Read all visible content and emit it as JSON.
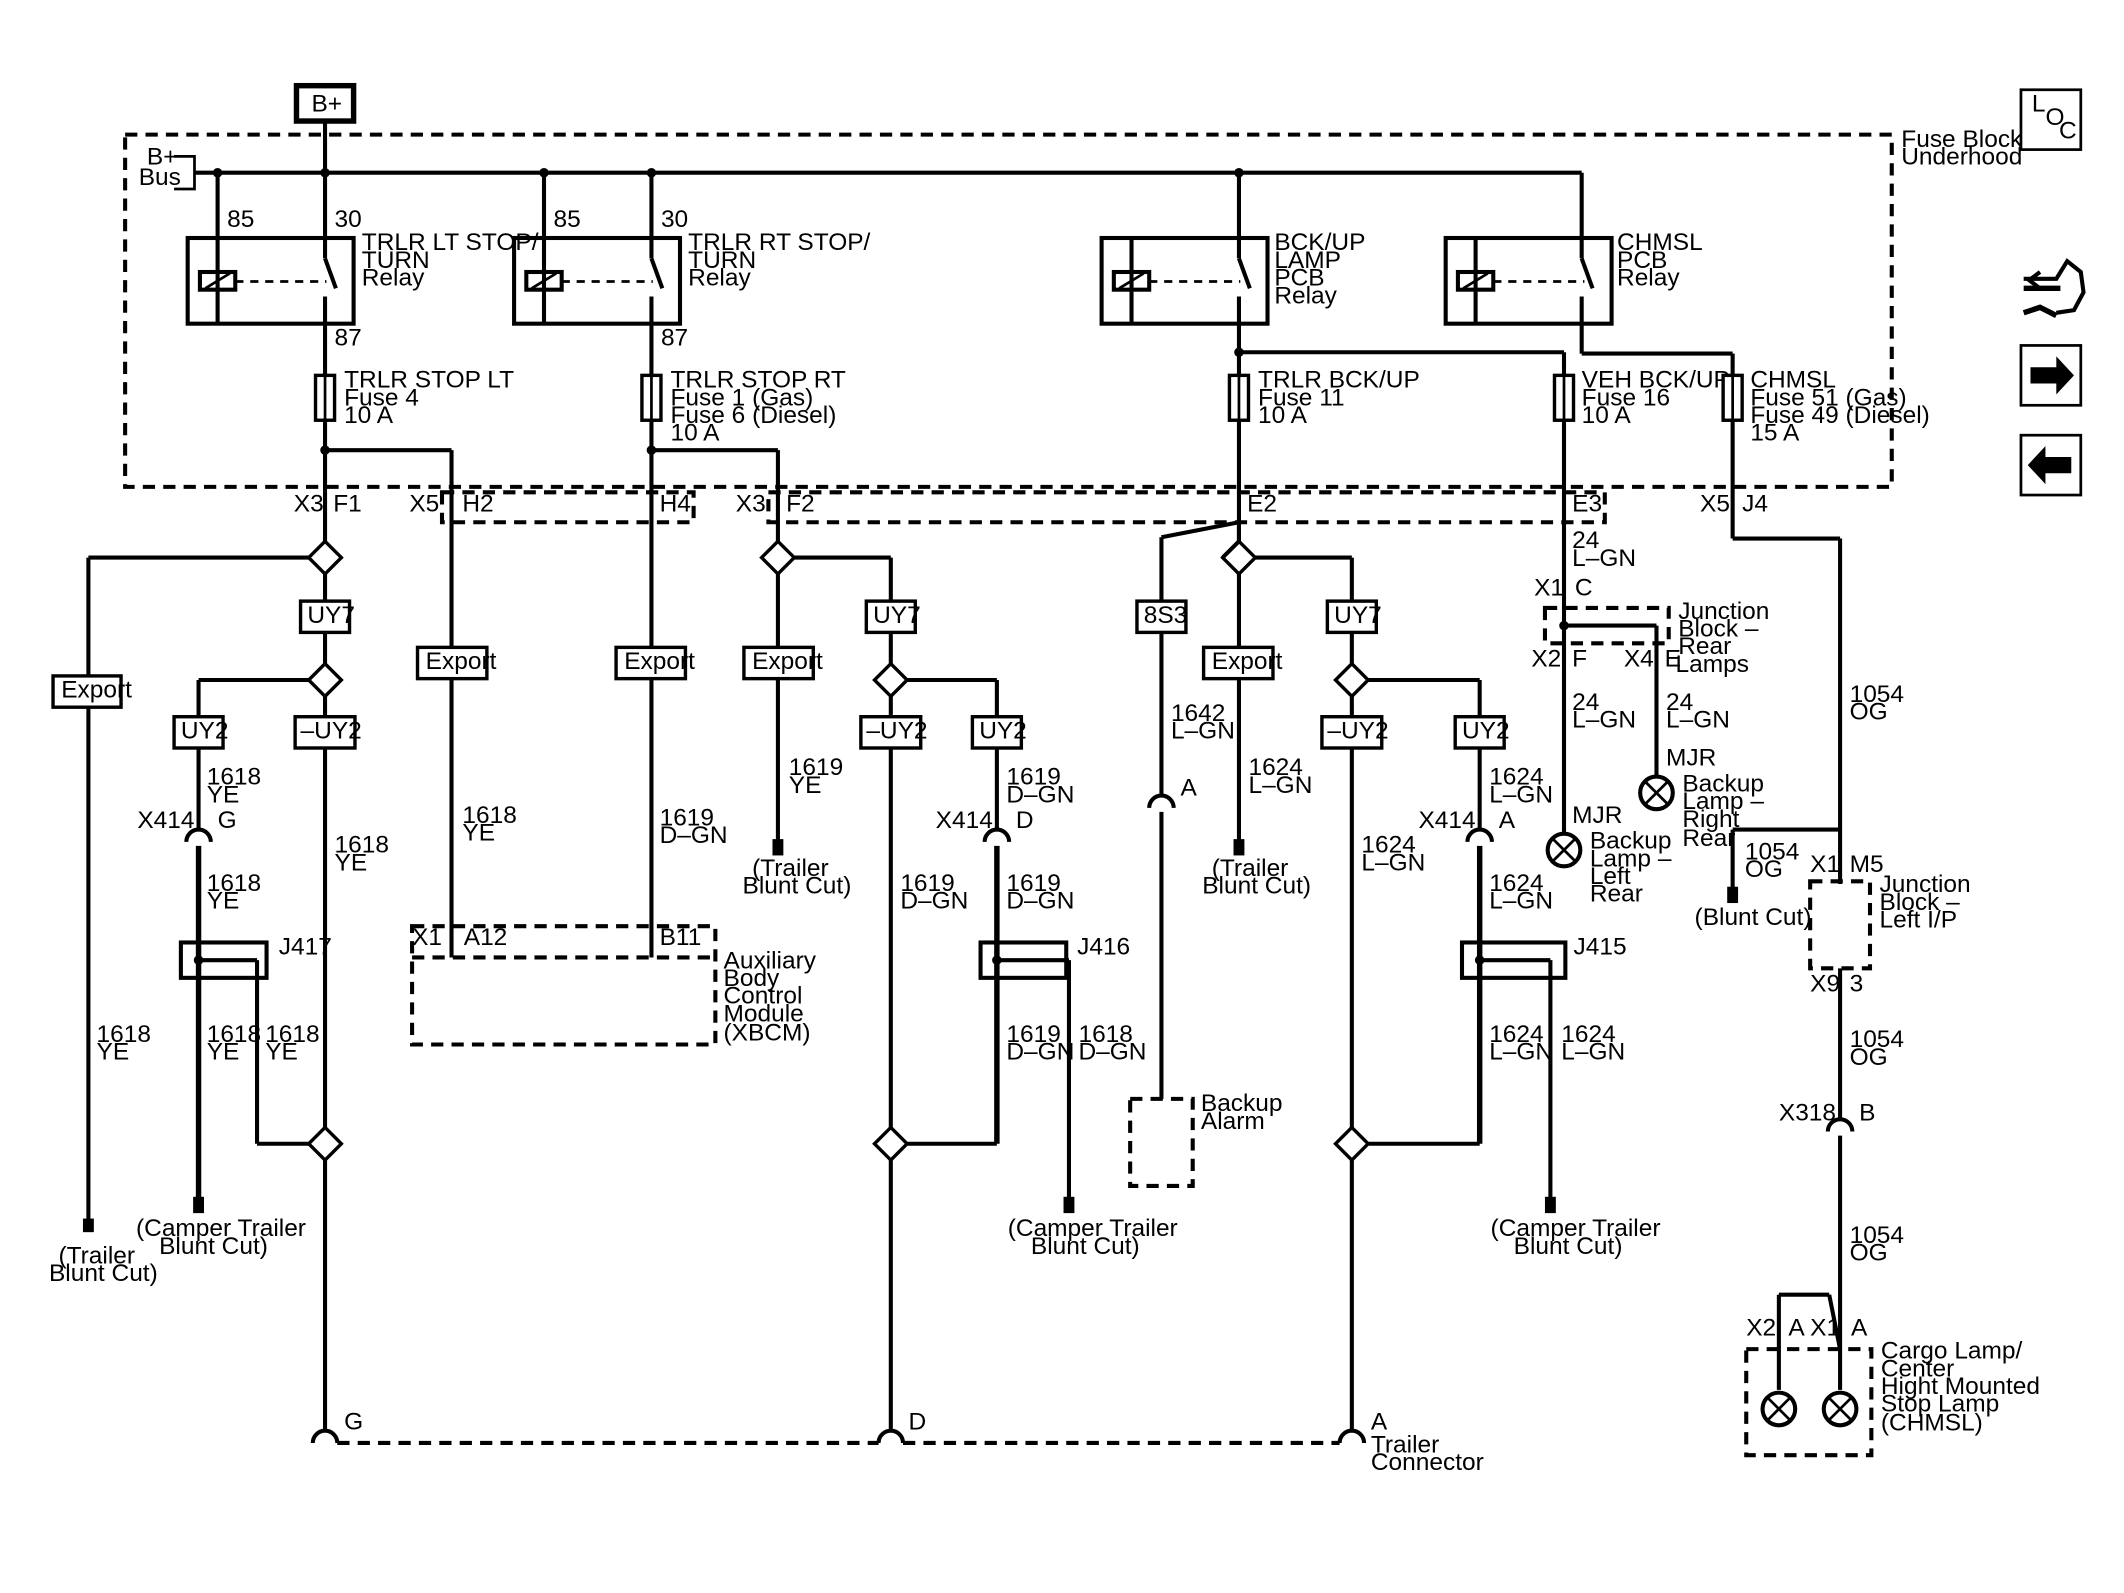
{
  "power": {
    "bplus": "B+",
    "bus_b": "B+",
    "bus_label": "Bus"
  },
  "fuse_block": {
    "name1": "Fuse Block –",
    "name2": "Underhood"
  },
  "relays": [
    {
      "l1": "TRLR LT STOP/",
      "l2": "TURN",
      "l3": "Relay",
      "pin85": "85",
      "pin30": "30",
      "pin87": "87"
    },
    {
      "l1": "TRLR RT STOP/",
      "l2": "TURN",
      "l3": "Relay",
      "pin85": "85",
      "pin30": "30",
      "pin87": "87"
    },
    {
      "l1": "BCK/UP",
      "l2": "LAMP",
      "l3": "PCB",
      "l4": "Relay"
    },
    {
      "l1": "CHMSL",
      "l2": "PCB",
      "l3": "Relay"
    }
  ],
  "fuses": [
    {
      "l1": "TRLR STOP LT",
      "l2": "Fuse 4",
      "l3": "10 A"
    },
    {
      "l1": "TRLR STOP RT",
      "l2": "Fuse 1 (Gas)",
      "l3": "Fuse 6 (Diesel)",
      "l4": "10 A"
    },
    {
      "l1": "TRLR BCK/UP",
      "l2": "Fuse 11",
      "l3": "10 A"
    },
    {
      "l1": "VEH BCK/UP",
      "l2": "Fuse 16",
      "l3": "10 A"
    },
    {
      "l1": "CHMSL",
      "l2": "Fuse 51 (Gas)",
      "l3": "Fuse 49 (Diesel)",
      "l4": "15 A"
    }
  ],
  "connectors": {
    "x3": "X3",
    "f1": "F1",
    "x5": "X5",
    "h2": "H2",
    "h4": "H4",
    "x3b": "X3",
    "f2": "F2",
    "e2": "E2",
    "e3": "E3",
    "x5b": "X5",
    "j4": "J4",
    "x1": "X1",
    "c": "C",
    "x2": "X2",
    "f": "F",
    "x4": "X4",
    "e": "E",
    "x1b": "X1",
    "m5": "M5",
    "x9": "X9",
    "pin3": "3",
    "x318": "X318",
    "b": "B",
    "x414a": "X414",
    "g": "G",
    "x414b": "X414",
    "dd": "D",
    "x414c": "X414",
    "aa": "A",
    "x1c": "X1",
    "a12": "A12",
    "b11": "B11",
    "pinA_alarm": "A",
    "x2c": "X2",
    "ac1": "A",
    "x1d": "X1",
    "ac2": "A",
    "trl_g": "G",
    "trl_d": "D",
    "trl_a": "A"
  },
  "options": {
    "export": "Export",
    "uy7": "UY7",
    "uy2": "UY2",
    "nuy2": "–UY2",
    "s83": "8S3"
  },
  "wires": {
    "w1618": "1618",
    "ye": "YE",
    "w1619": "1619",
    "dgn": "D–GN",
    "w1624": "1624",
    "lgn": "L–GN",
    "w1642": "1642",
    "w24": "24",
    "w1054": "1054",
    "og": "OG"
  },
  "splices": {
    "j417": "J417",
    "j416": "J416",
    "j415": "J415"
  },
  "labels": {
    "trailer1": "(Trailer",
    "trailer2": "Blunt Cut)",
    "camper1": "(Camper Trailer",
    "camper2": "Blunt Cut)",
    "bluntcut": "(Blunt Cut)",
    "xbcm1": "Auxiliary",
    "xbcm2": "Body",
    "xbcm3": "Control",
    "xbcm4": "Module",
    "xbcm5": "(XBCM)",
    "alarm1": "Backup",
    "alarm2": "Alarm",
    "jbr1": "Junction",
    "jbr2": "Block –",
    "jbr3": "Rear",
    "jbr4": "Lamps",
    "jbl1": "Junction",
    "jbl2": "Block –",
    "jbl3": "Left I/P",
    "mjr": "MJR",
    "mjr2": "MJR",
    "bll1": "Backup",
    "bll2": "Lamp –",
    "bll3": "Left",
    "bll4": "Rear",
    "blr1": "Backup",
    "blr2": "Lamp –",
    "blr3": "Right",
    "blr4": "Rear",
    "cargo1": "Cargo Lamp/",
    "cargo2": "Center",
    "cargo3": "Hight Mounted",
    "cargo4": "Stop Lamp",
    "cargo5": "(CHMSL)",
    "tc1": "Trailer",
    "tc2": "Connector"
  },
  "nav": {
    "loc_l": "L",
    "loc_o": "O",
    "loc_c": "C"
  }
}
